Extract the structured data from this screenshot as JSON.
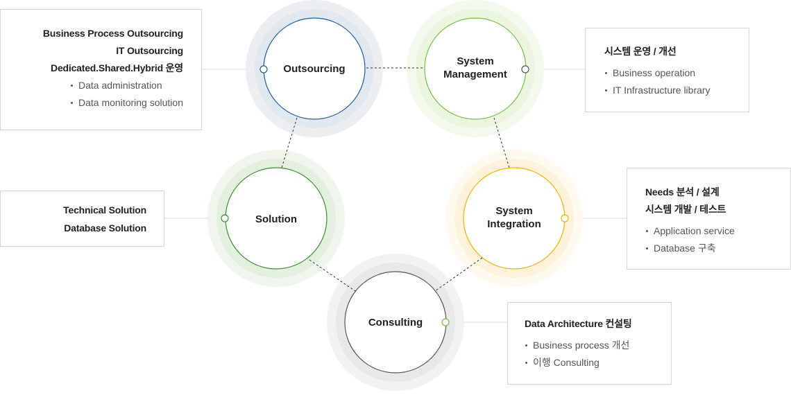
{
  "nodes": {
    "outsourcing": {
      "label": "Outsourcing",
      "color": "#1f5c96"
    },
    "system_management": {
      "label_lines": [
        "System",
        "Management"
      ],
      "color": "#74c043"
    },
    "solution": {
      "label": "Solution",
      "color": "#3a8f2e"
    },
    "system_integration": {
      "label_lines": [
        "System",
        "Integration"
      ],
      "color": "#f0b400"
    },
    "consulting": {
      "label": "Consulting",
      "color": "#555555"
    }
  },
  "boxes": {
    "outsourcing": {
      "titles": [
        "Business Process Outsourcing",
        "IT Outsourcing",
        "Dedicated.Shared.Hybrid 운영"
      ],
      "items": [
        "Data administration",
        "Data monitoring solution"
      ]
    },
    "system_management": {
      "titles": [
        "시스템 운영 / 개선"
      ],
      "items": [
        "Business operation",
        "IT Infrastructure library"
      ]
    },
    "solution": {
      "titles": [
        "Technical Solution",
        "Database Solution"
      ]
    },
    "system_integration": {
      "titles": [
        "Needs 분석 / 설계",
        "시스템 개발 / 테스트"
      ],
      "items": [
        "Application service",
        "Database 구축"
      ]
    },
    "consulting": {
      "titles": [
        "Data Architecture 컨설팅"
      ],
      "items": [
        "Business process 개선",
        "이행 Consulting"
      ]
    }
  }
}
